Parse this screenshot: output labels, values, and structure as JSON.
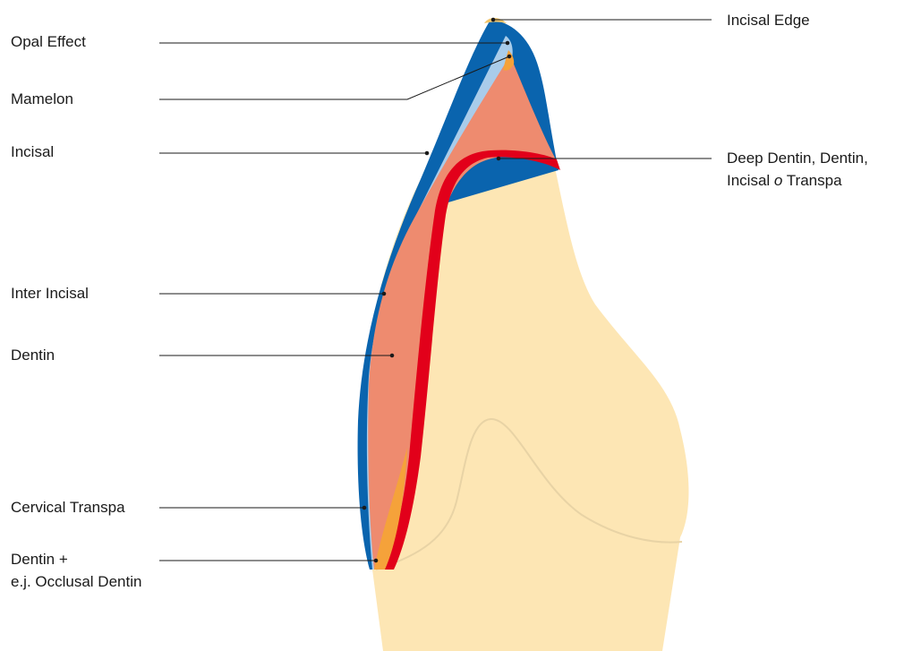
{
  "colors": {
    "enamel_outer": "#0A64AE",
    "opal": "#A9CCEA",
    "dentin": "#EE8B6F",
    "deep_dentin": "#E2001A",
    "mamelon": "#F5A23A",
    "tooth_base": "#FDE6B4",
    "leader": "#1a1a1a",
    "text": "#1a1a1a"
  },
  "labels": {
    "incisal_edge": "Incisal Edge",
    "opal_effect": "Opal Effect",
    "mamelon": "Mamelon",
    "incisal": "Incisal",
    "deep_dentin_line1": "Deep Dentin, Dentin,",
    "deep_dentin_line2_a": "Incisal ",
    "deep_dentin_line2_italic": "o",
    "deep_dentin_line2_b": " Transpa",
    "inter_incisal": "Inter Incisal",
    "dentin": "Dentin",
    "cervical_transpa": "Cervical Transpa",
    "dentin_plus_line1": "Dentin +",
    "dentin_plus_line2": "e.j. Occlusal Dentin"
  }
}
